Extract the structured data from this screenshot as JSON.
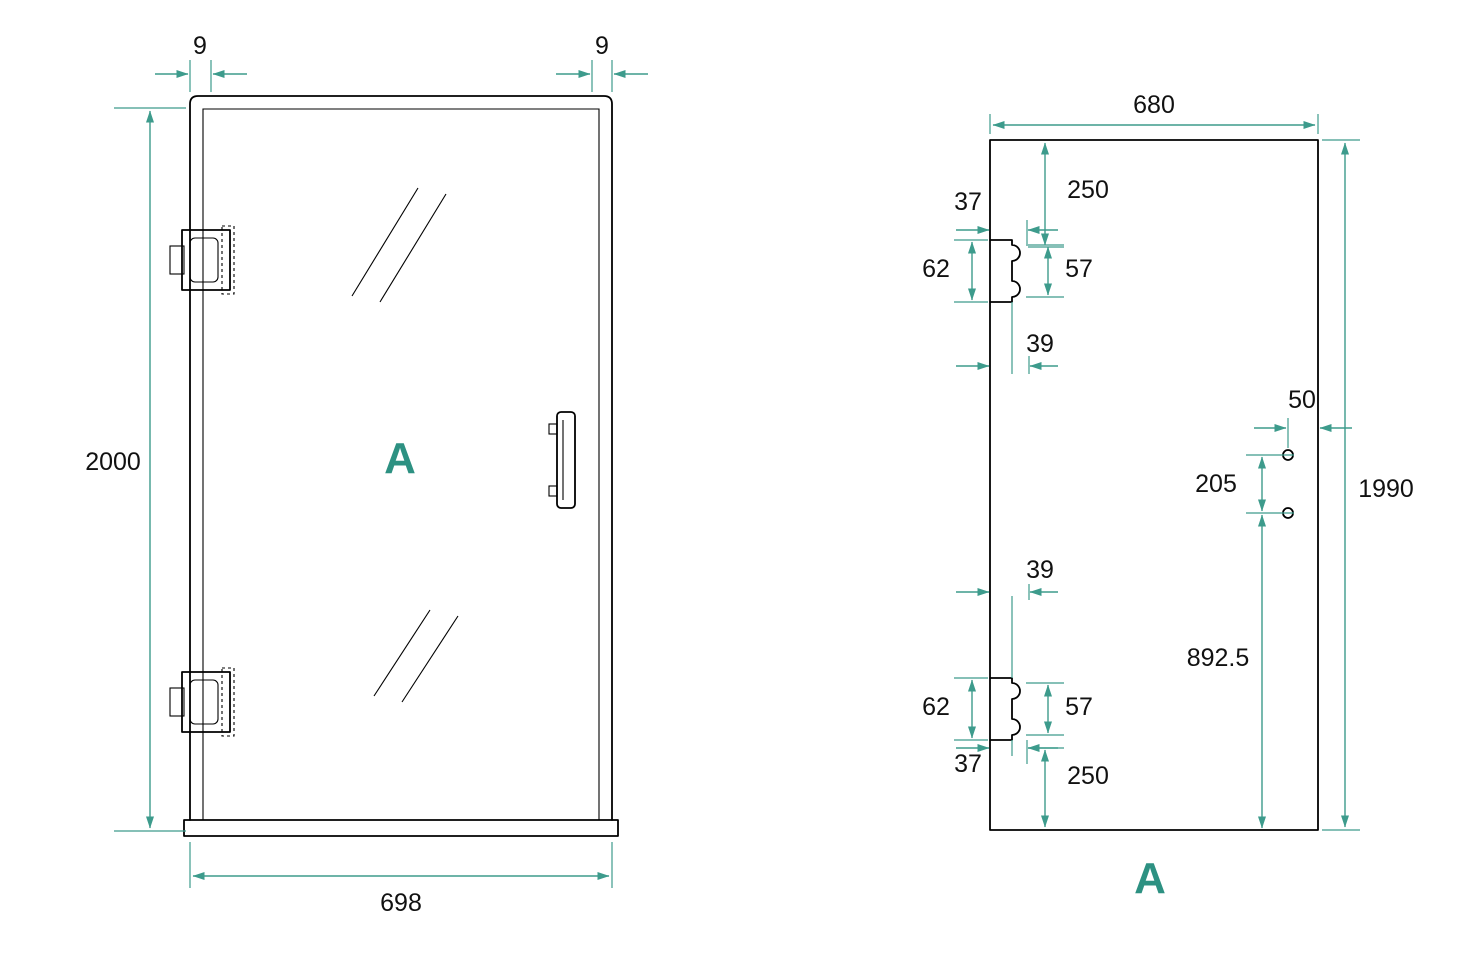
{
  "colors": {
    "dimension": "#3D9B8C",
    "view_label": "#2D9182",
    "drawing": "#000000"
  },
  "assembly_view": {
    "label": "A",
    "dims": {
      "top_left_frame": "9",
      "top_right_frame": "9",
      "overall_height": "2000",
      "overall_width": "698"
    }
  },
  "glass_view": {
    "label": "A",
    "dims": {
      "glass_width": "680",
      "glass_height": "1990",
      "top_edge_to_hinge": "250",
      "hinge_top_depth": "37",
      "hinge_top_height": "62",
      "hinge_top_hole_spacing": "57",
      "hinge_top_width": "39",
      "handle_to_edge": "50",
      "handle_hole_spacing": "205",
      "handle_to_bottom": "892.5",
      "hinge_bottom_width": "39",
      "hinge_bottom_height": "62",
      "hinge_bottom_hole_spacing": "57",
      "hinge_bottom_depth": "37",
      "bottom_edge_to_hinge": "250"
    }
  }
}
